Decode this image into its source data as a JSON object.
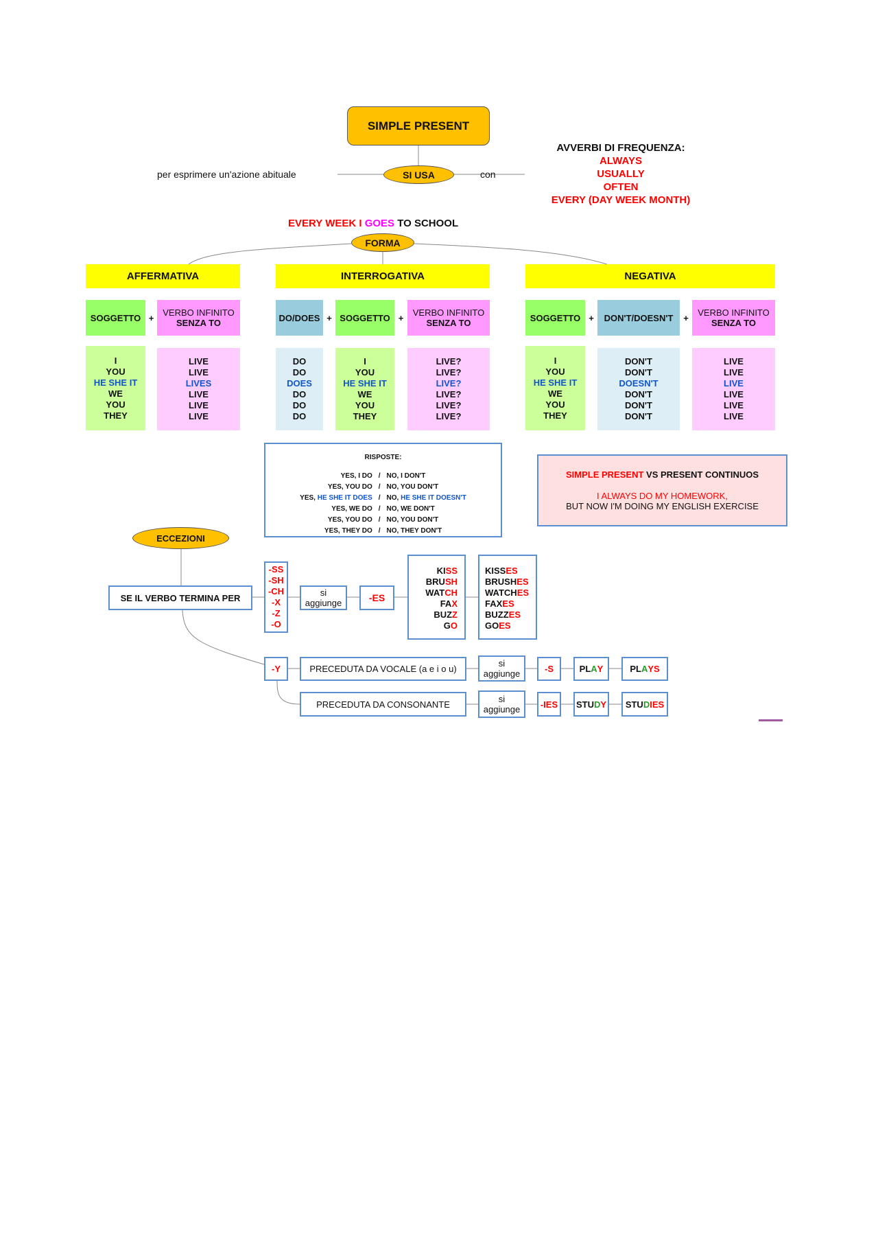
{
  "title": "SIMPLE PRESENT",
  "si_usa": "SI USA",
  "left_text": "per esprimere un'azione abituale",
  "con": "con",
  "avverbi": {
    "title": "AVVERBI DI FREQUENZA:",
    "items": [
      "ALWAYS",
      "USUALLY",
      "OFTEN",
      "EVERY (DAY WEEK MONTH)"
    ]
  },
  "example": {
    "p1": "EVERY WEEK I",
    "p2": "GOES",
    "p3": "TO SCHOOL"
  },
  "forma": "FORMA",
  "affermativa": {
    "header": "AFFERMATIVA",
    "col1": "SOGGETTO",
    "plus": "+",
    "col2a": "VERBO INFINITO",
    "col2b": "SENZA TO",
    "subjects": [
      "I",
      "YOU",
      "HE SHE IT",
      "WE",
      "YOU",
      "THEY"
    ],
    "verbs": [
      "LIVE",
      "LIVE",
      "LIVES",
      "LIVE",
      "LIVE",
      "LIVE"
    ]
  },
  "interrogativa": {
    "header": "INTERROGATIVA",
    "col1": "DO/DOES",
    "plus": "+",
    "col2": "SOGGETTO",
    "col3a": "VERBO INFINITO",
    "col3b": "SENZA TO",
    "aux": [
      "DO",
      "DO",
      "DOES",
      "DO",
      "DO",
      "DO"
    ],
    "subjects": [
      "I",
      "YOU",
      "HE SHE IT",
      "WE",
      "YOU",
      "THEY"
    ],
    "verbs": [
      "LIVE?",
      "LIVE?",
      "LIVE?",
      "LIVE?",
      "LIVE?",
      "LIVE?"
    ]
  },
  "negativa": {
    "header": "NEGATIVA",
    "col1": "SOGGETTO",
    "plus": "+",
    "col2": "DON'T/DOESN'T",
    "col3a": "VERBO INFINITO",
    "col3b": "SENZA TO",
    "subjects": [
      "I",
      "YOU",
      "HE SHE IT",
      "WE",
      "YOU",
      "THEY"
    ],
    "aux": [
      "DON'T",
      "DON'T",
      "DOESN'T",
      "DON'T",
      "DON'T",
      "DON'T"
    ],
    "verbs": [
      "LIVE",
      "LIVE",
      "LIVE",
      "LIVE",
      "LIVE",
      "LIVE"
    ]
  },
  "risposte": {
    "title": "RISPOSTE:",
    "sep": "/",
    "rows": [
      {
        "yes": "YES, I DO",
        "no": "NO, I DON'T"
      },
      {
        "yes": "YES, YOU DO",
        "no": "NO, YOU DON'T"
      },
      {
        "yes_a": "YES,",
        "yes_b": "HE SHE IT DOES",
        "no_a": "NO,",
        "no_b": "HE SHE IT DOESN'T"
      },
      {
        "yes": "YES, WE DO",
        "no": "NO, WE DON'T"
      },
      {
        "yes": "YES, YOU DO",
        "no": "NO, YOU DON'T"
      },
      {
        "yes": "YES, THEY DO",
        "no": "NO, THEY DON'T"
      }
    ]
  },
  "vs": {
    "t1": "SIMPLE PRESENT",
    "t2": "VS PRESENT CONTINUOS",
    "l1": "I ALWAYS DO MY HOMEWORK,",
    "l2": "BUT NOW I'M DOING MY ENGLISH EXERCISE"
  },
  "eccezioni": "ECCEZIONI",
  "se_il_verbo": "SE IL VERBO TERMINA PER",
  "endings": [
    "-SS",
    "-SH",
    "-CH",
    "-X",
    "-Z",
    "-O"
  ],
  "si_aggiunge_a": "si",
  "si_aggiunge_b": "aggiunge",
  "es": "-ES",
  "base": [
    [
      "KI",
      "SS"
    ],
    [
      "BRU",
      "SH"
    ],
    [
      "WAT",
      "CH"
    ],
    [
      "FA",
      "X"
    ],
    [
      "BUZ",
      "Z"
    ],
    [
      "G",
      "O"
    ]
  ],
  "plural": [
    [
      "KISS",
      "ES"
    ],
    [
      "BRUSH",
      "ES"
    ],
    [
      "WATCH",
      "ES"
    ],
    [
      "FAX",
      "ES"
    ],
    [
      "BUZZ",
      "ES"
    ],
    [
      "GO",
      "ES"
    ]
  ],
  "y": "-Y",
  "vocale": "PRECEDUTA DA VOCALE (a e i o u)",
  "consonante": "PRECEDUTA DA CONSONANTE",
  "s": "-S",
  "ies": "-IES",
  "play": [
    "PL",
    "A",
    "Y"
  ],
  "plays": [
    "PL",
    "A",
    "YS"
  ],
  "study": [
    "STU",
    "D",
    "Y"
  ],
  "studies": [
    "STU",
    "D",
    "IES"
  ]
}
